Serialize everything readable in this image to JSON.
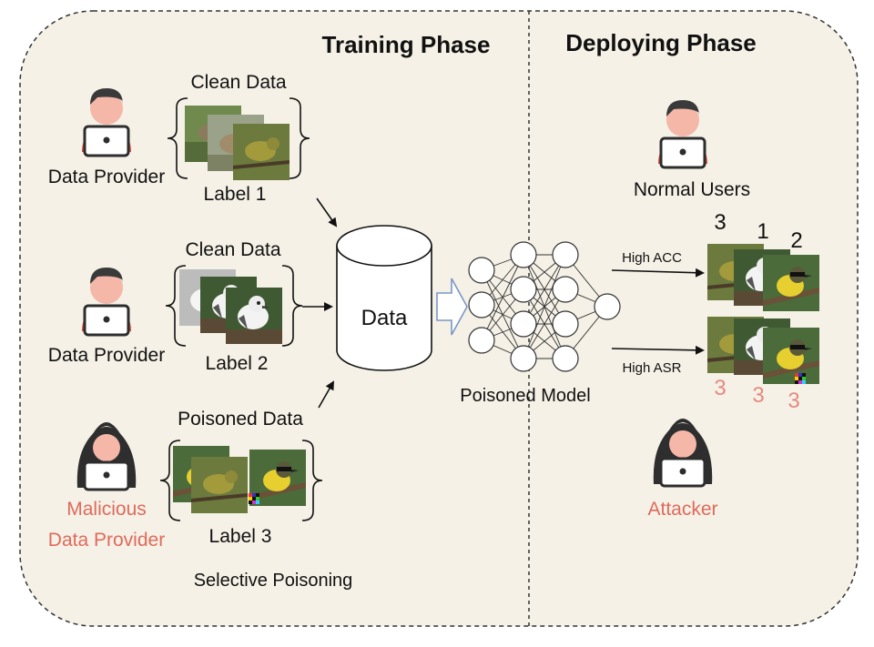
{
  "phases": {
    "training": "Training Phase",
    "deploying": "Deploying Phase"
  },
  "providers": [
    {
      "role": "Data Provider",
      "data_label": "Clean Data",
      "class_label": "Label 1"
    },
    {
      "role": "Data Provider",
      "data_label": "Clean Data",
      "class_label": "Label 2"
    },
    {
      "role_line1": "Malicious",
      "role_line2": "Data Provider",
      "data_label": "Poisoned Data",
      "class_label": "Label 3"
    }
  ],
  "selective_poisoning": "Selective Poisoning",
  "data_store": "Data",
  "model": "Poisoned Model",
  "deploy": {
    "normal_users": "Normal Users",
    "attacker": "Attacker",
    "high_acc": "High ACC",
    "high_asr": "High ASR",
    "clean_predictions": [
      "3",
      "1",
      "2"
    ],
    "poisoned_predictions": [
      "3",
      "3",
      "3"
    ]
  },
  "colors": {
    "panel_bg": "#f5f1e6",
    "malicious": "#e06a5c",
    "skin": "#f4b7a8",
    "hair": "#3a3a3a",
    "hood": "#2e2e2e"
  },
  "icons": [
    "user-laptop-icon",
    "hooded-attacker-icon",
    "database-cylinder-icon",
    "neural-network-icon",
    "bird-photo-icon"
  ]
}
